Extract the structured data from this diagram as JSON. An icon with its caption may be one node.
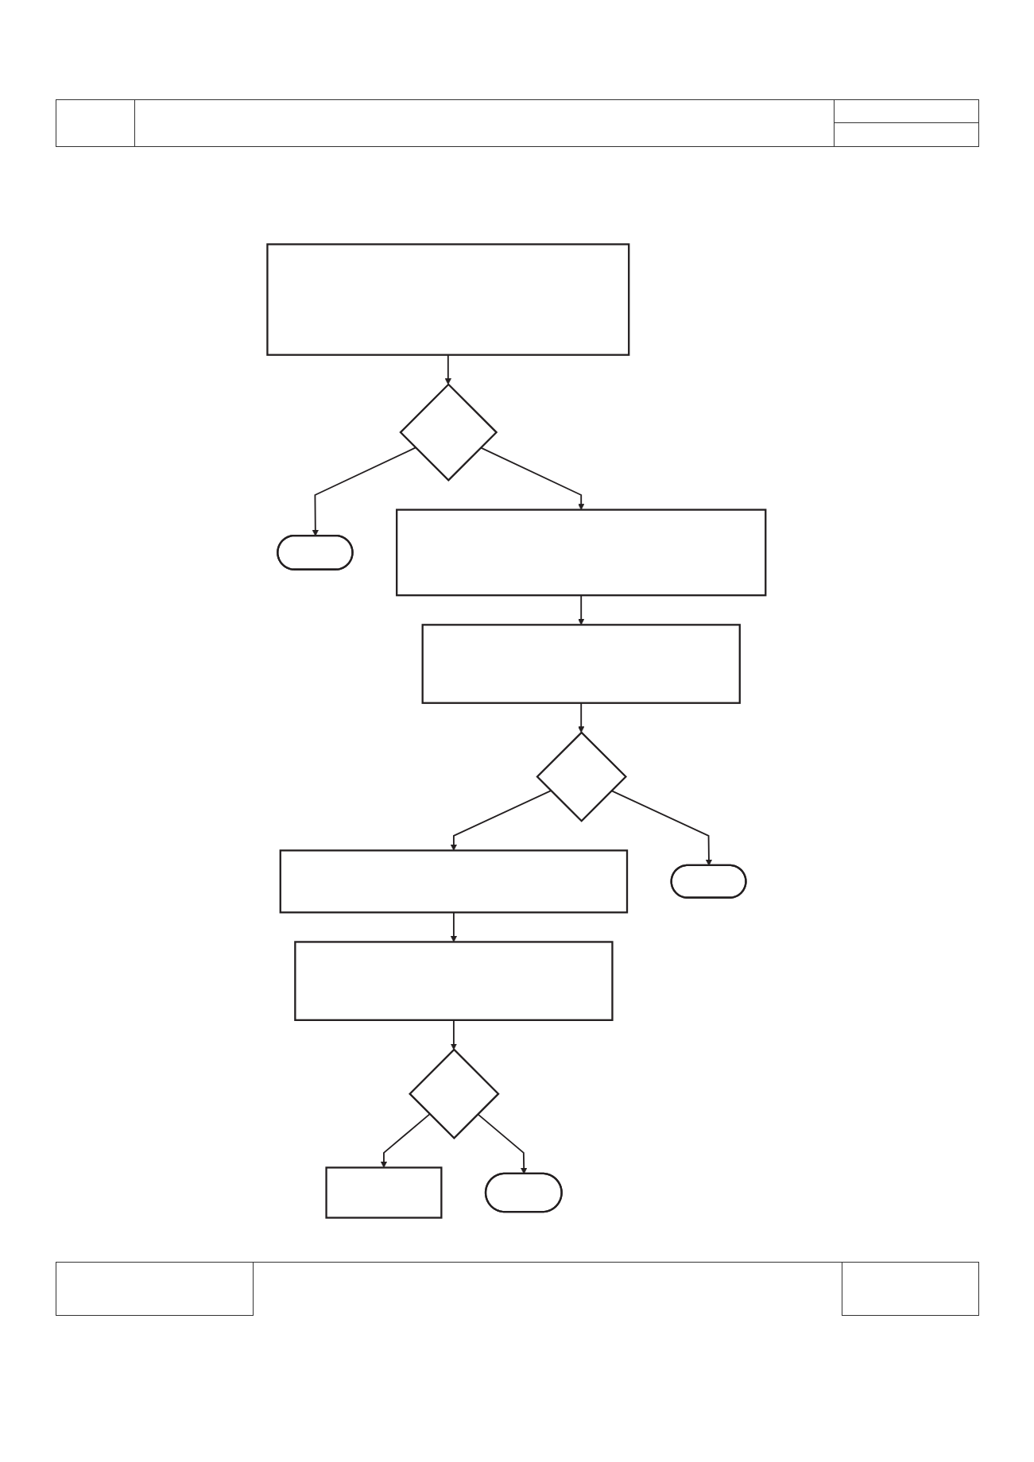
{
  "diagram": {
    "nodes": [
      {
        "text": [],
        "shape": "box"
      },
      {
        "text": [],
        "shape": "diamond"
      },
      {
        "text": [],
        "shape": "stadium"
      },
      {
        "text": [],
        "shape": "box"
      },
      {
        "text": [],
        "shape": "box"
      },
      {
        "text": [],
        "shape": "diamond"
      },
      {
        "text": [],
        "shape": "box"
      },
      {
        "text": [],
        "shape": "stadium"
      },
      {
        "text": [],
        "shape": "box"
      },
      {
        "text": [],
        "shape": "diamond"
      },
      {
        "text": [],
        "shape": "box"
      },
      {
        "text": [],
        "shape": "stadium"
      }
    ],
    "edges": [
      {
        "from": 0,
        "to": 1,
        "arrow": "to"
      },
      {
        "from": 1,
        "to": 2,
        "arrow": "to"
      },
      {
        "from": 1,
        "to": 3,
        "arrow": "to"
      },
      {
        "from": 3,
        "to": 4,
        "arrow": "to"
      },
      {
        "from": 4,
        "to": 5,
        "arrow": "to"
      },
      {
        "from": 5,
        "to": 6,
        "arrow": "to"
      },
      {
        "from": 5,
        "to": 7,
        "arrow": "to"
      },
      {
        "from": 6,
        "to": 8,
        "arrow": "to"
      },
      {
        "from": 8,
        "to": 9,
        "arrow": "to"
      },
      {
        "from": 9,
        "to": 10,
        "arrow": "to"
      },
      {
        "from": 9,
        "to": 11,
        "arrow": "to"
      }
    ]
  }
}
